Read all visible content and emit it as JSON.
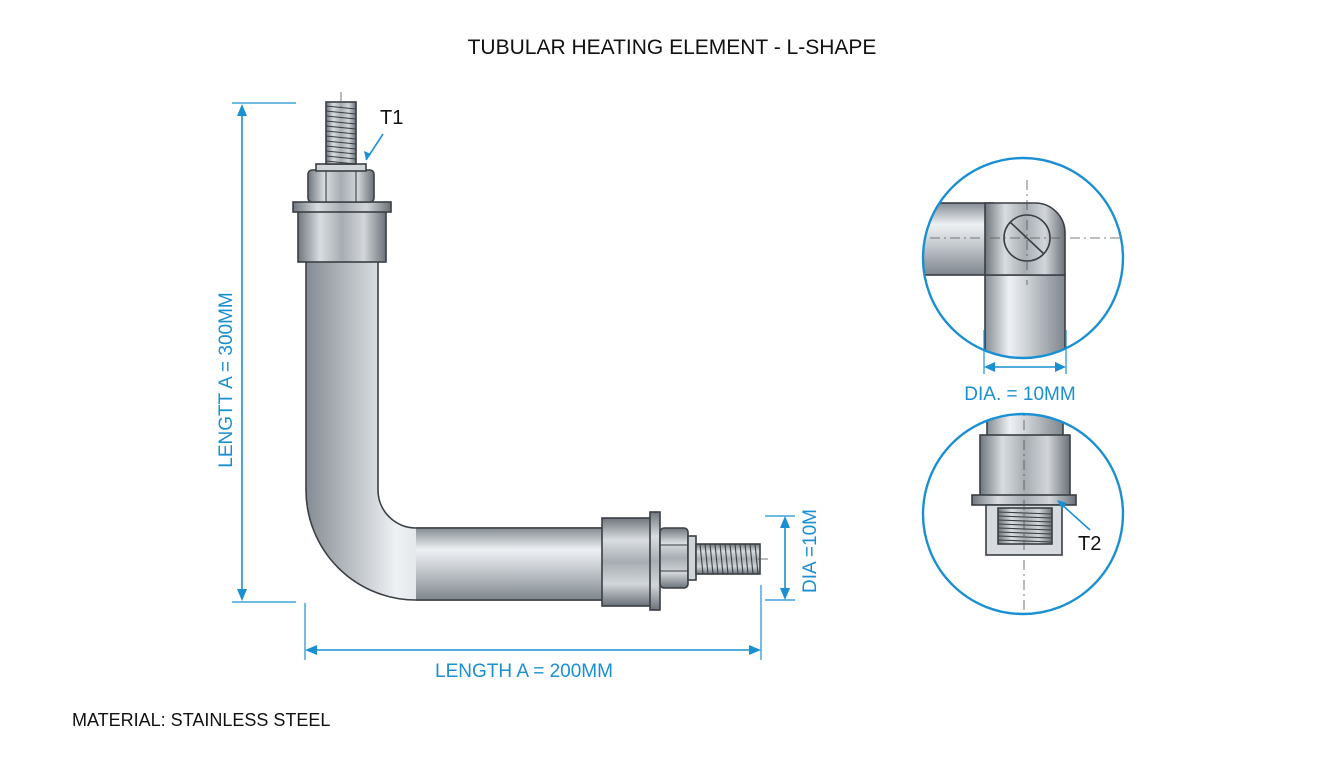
{
  "title": "TUBULAR HEATING ELEMENT - L-SHAPE",
  "dimensions": {
    "vertical_length": "LENGTT A = 300MM",
    "horizontal_length": "LENGTH A = 200MM",
    "tube_diameter_side": "DIA =10M",
    "detail_diameter": "DIA. = 10MM"
  },
  "callouts": {
    "terminal_1": "T1",
    "terminal_2": "T2"
  },
  "material_note": "MATERIAL: STAINLESS STEEL",
  "colors": {
    "dimension": "#1a8fd1",
    "outline": "#3a3f44",
    "steel_light": "#f1f3f5",
    "steel_dark": "#8e959c"
  }
}
